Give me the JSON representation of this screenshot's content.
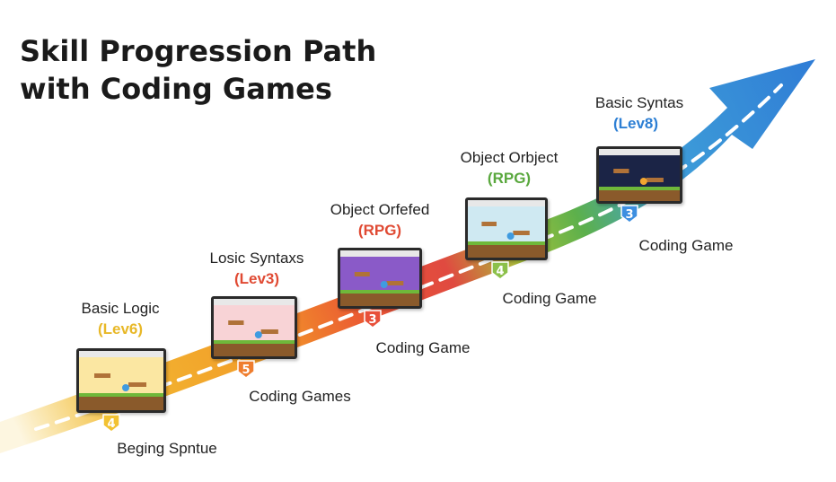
{
  "page_title": {
    "line1": "Skill Progression Path",
    "line2": "with Coding Games"
  },
  "arrow": {
    "colors": [
      "#f2c232",
      "#f29a28",
      "#ea5434",
      "#e04a40",
      "#a8c23a",
      "#5cb04c",
      "#3fa0d8",
      "#2f7cd6"
    ]
  },
  "stages": [
    {
      "id": "stage-1",
      "title": "Basic Logic",
      "subtitle": "(Lev6)",
      "subtitle_color": "#e8b828",
      "badge": "4",
      "badge_color": "#f2c232",
      "caption": "Beging Spntue",
      "screen_theme": "yellow"
    },
    {
      "id": "stage-2",
      "title": "Losic Syntaxs",
      "subtitle": "(Lev3)",
      "subtitle_color": "#e04a33",
      "badge": "5",
      "badge_color": "#ef7d2e",
      "caption": "Coding Games",
      "screen_theme": "pink"
    },
    {
      "id": "stage-3",
      "title": "Object Orfefed",
      "subtitle": "(RPG)",
      "subtitle_color": "#e04a33",
      "badge": "3",
      "badge_color": "#e8503a",
      "caption": "Coding Game",
      "screen_theme": "purple"
    },
    {
      "id": "stage-4",
      "title": "Object Orbject",
      "subtitle": "(RPG)",
      "subtitle_color": "#5aa83e",
      "badge": "4",
      "badge_color": "#8cc04a",
      "caption": "Coding Game",
      "screen_theme": "green"
    },
    {
      "id": "stage-5",
      "title": "Basic Syntas",
      "subtitle": "(Lev8)",
      "subtitle_color": "#2d7fd4",
      "badge": "3",
      "badge_color": "#3d8fe0",
      "caption": "Coding Game",
      "screen_theme": "night"
    }
  ]
}
